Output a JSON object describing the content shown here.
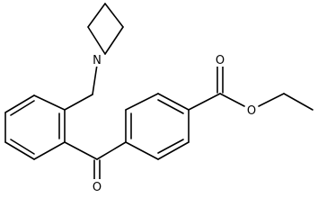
{
  "diagram": {
    "type": "chemical-structure",
    "background_color": "#ffffff",
    "line_color": "#000000",
    "atom_labels": {
      "azetidine_n": "N",
      "ketone_o": "O",
      "ester_carbonyl_o": "O",
      "ester_ether_o": "O"
    }
  }
}
